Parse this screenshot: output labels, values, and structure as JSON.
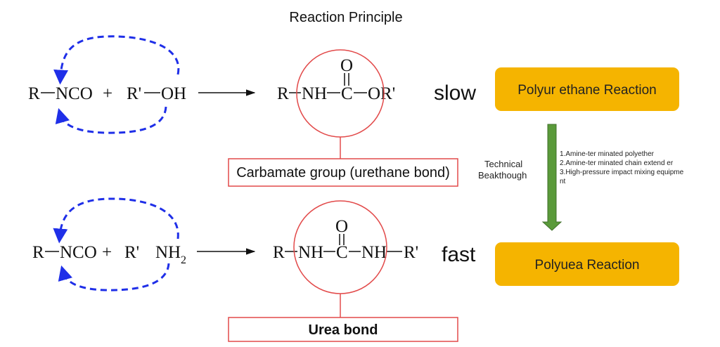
{
  "title": "Reaction Principle",
  "reaction1": {
    "lhs": {
      "r": "R",
      "nco": "NCO",
      "plus": "+",
      "rprime": "R'",
      "oh": "OH"
    },
    "product": {
      "r": "R",
      "nh": "NH",
      "c": "C",
      "o": "O",
      "orp": "OR'"
    },
    "speed": "slow",
    "group_label": "Carbamate group (urethane bond)",
    "reaction_name": "Polyur ethane Reaction"
  },
  "reaction2": {
    "lhs": {
      "r": "R",
      "nco": "NCO",
      "plus": "+",
      "rprime": "R'",
      "nh2": "NH",
      "sub2": "2"
    },
    "product": {
      "r": "R",
      "nh1": "NH",
      "c": "C",
      "o": "O",
      "nh2": "NH",
      "rprime": "R'"
    },
    "speed": "fast",
    "group_label": "Urea bond",
    "reaction_name": "Polyuea Reaction"
  },
  "breakthrough": {
    "label_line1": "Technical",
    "label_line2": "Beakthough",
    "notes": [
      "1.Amine-ter minated  polyether",
      "2.Amine-ter minated  chain extend er",
      "3.High-pressure impact mixing equipme",
      "nt"
    ]
  },
  "colors": {
    "loop_arrow": "#1f2fe8",
    "circle": "#e24a4a",
    "reaction_box": "#f5b400",
    "down_arrow": "#5a9a3a",
    "down_arrow_edge": "#3f6f2a"
  }
}
